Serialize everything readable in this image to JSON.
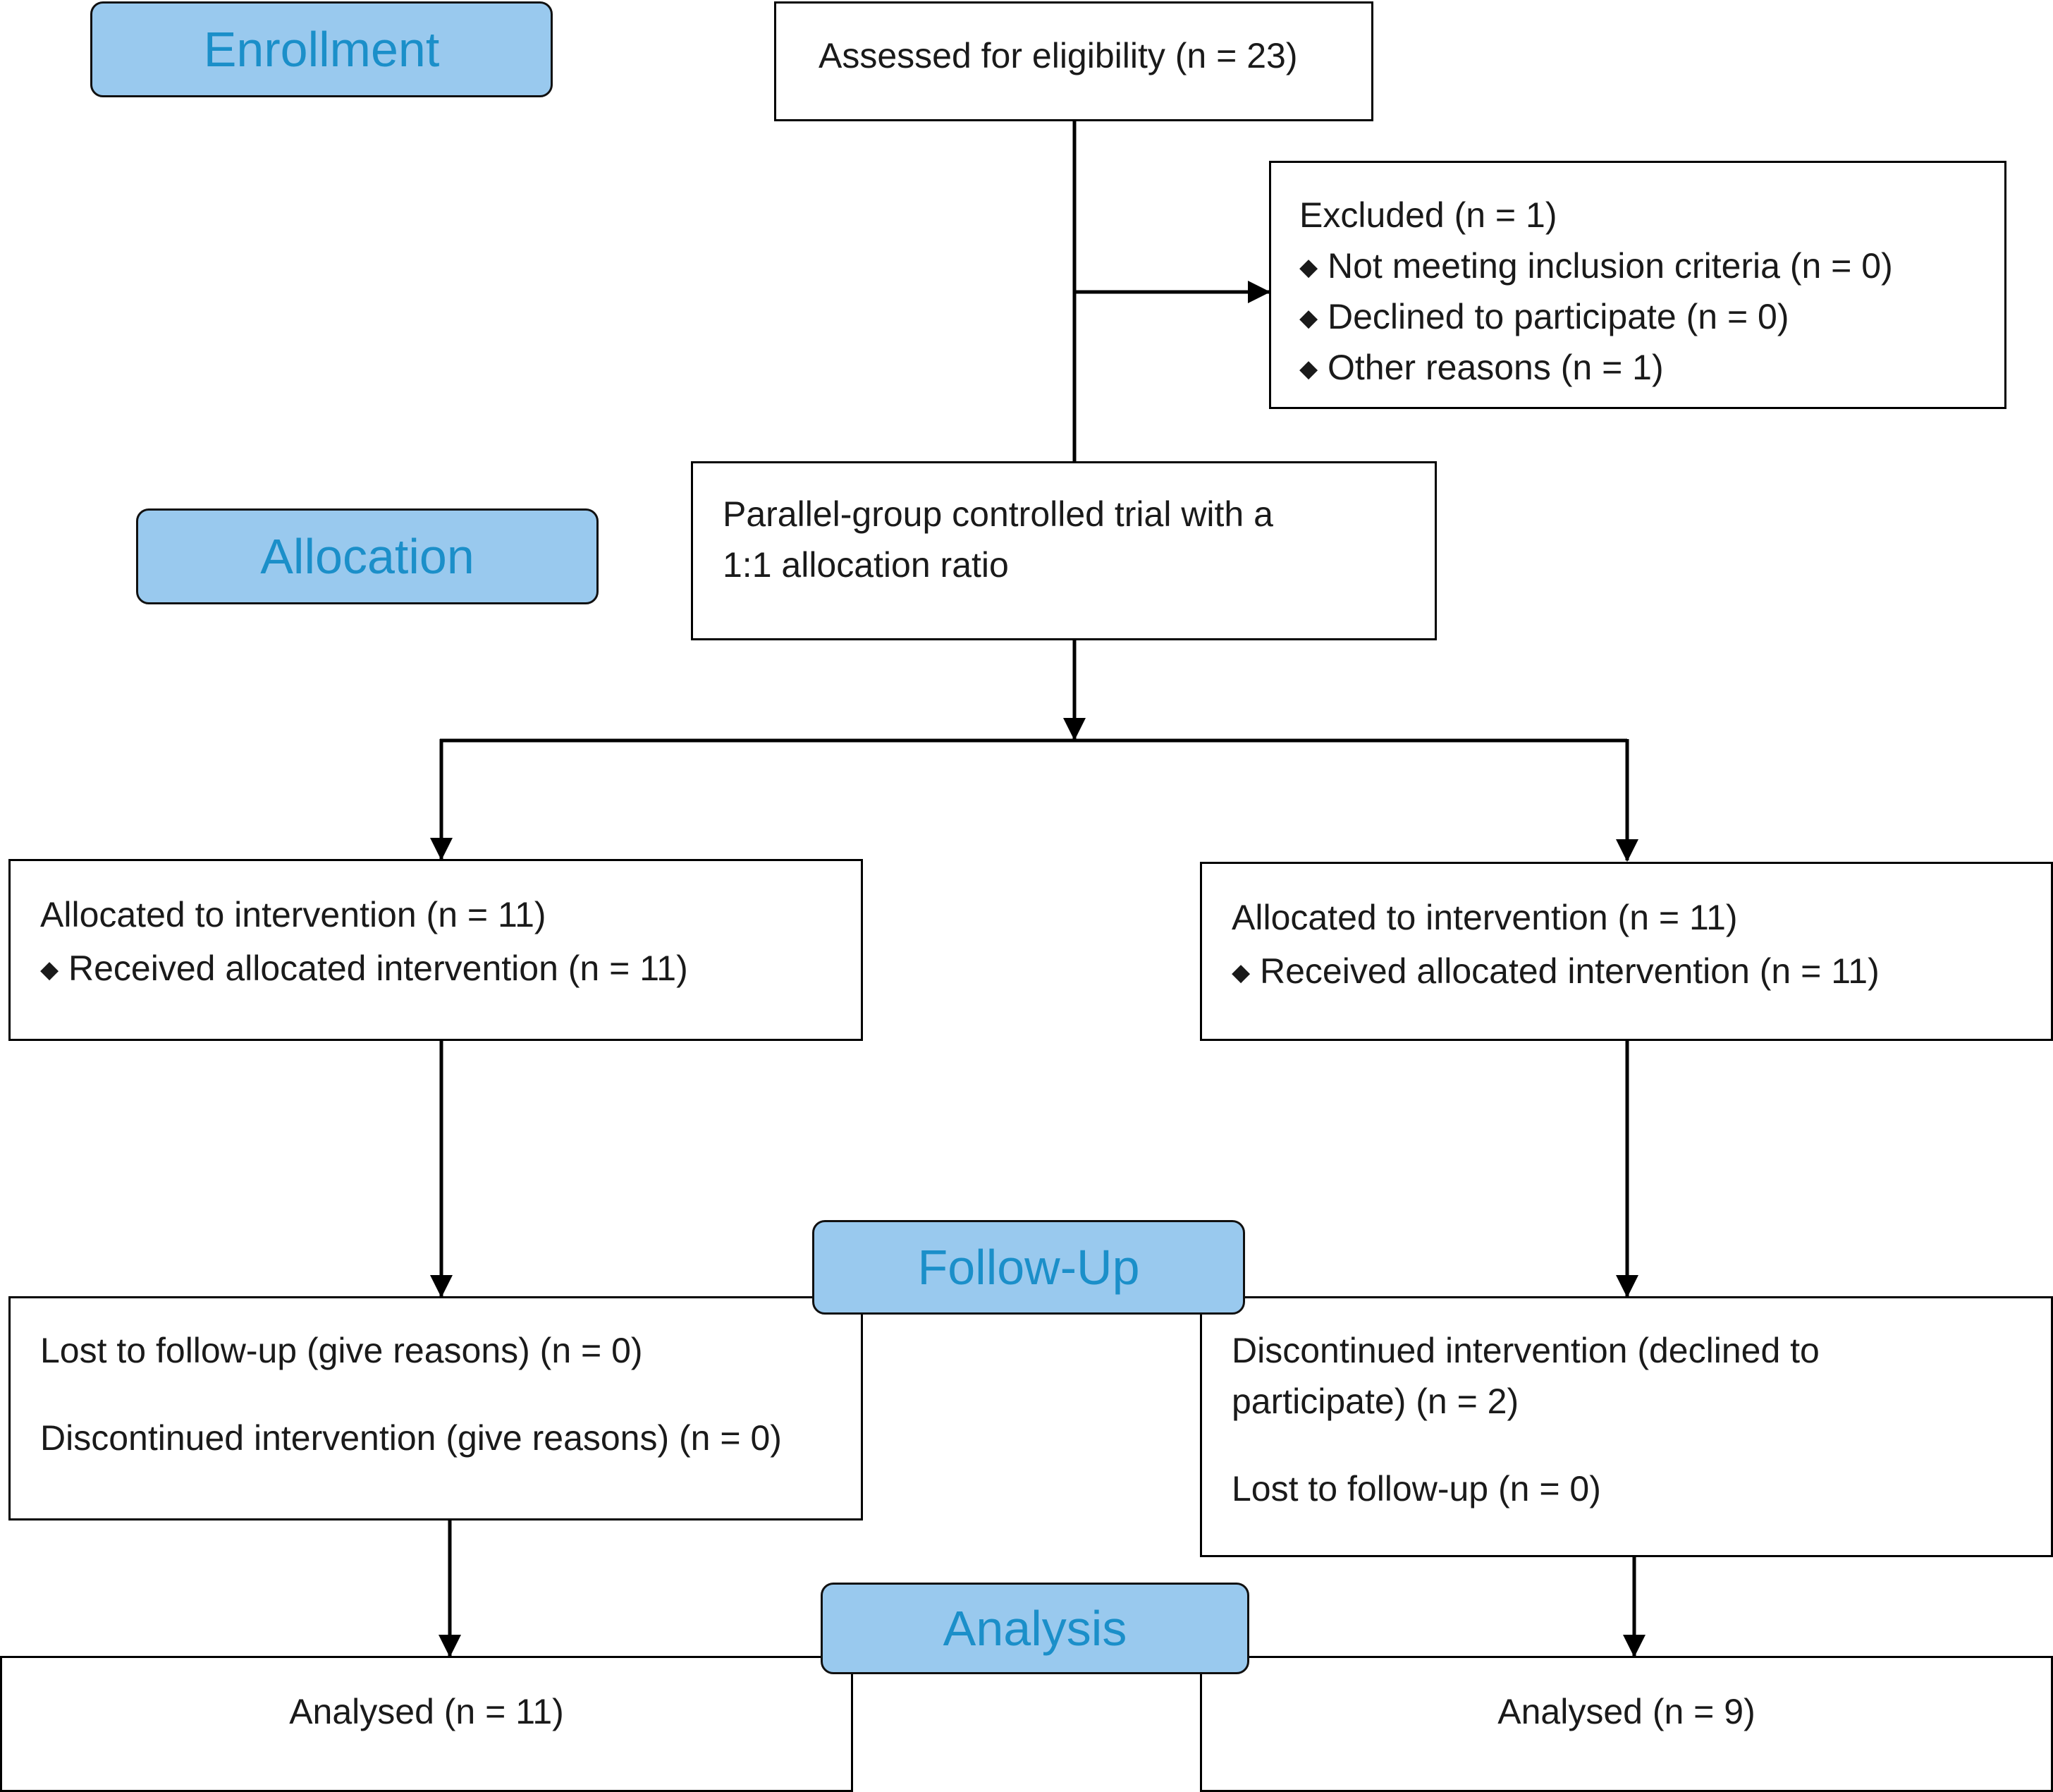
{
  "phases": {
    "enrollment": "Enrollment",
    "allocation": "Allocation",
    "followup": "Follow-Up",
    "analysis": "Analysis"
  },
  "enrollment": {
    "assessed": "Assessed for eligibility (n = 23)",
    "excluded": {
      "title": "Excluded (n = 1)",
      "reasons": [
        "Not meeting inclusion criteria (n = 0)",
        "Declined to participate (n = 0)",
        "Other reasons (n = 1)"
      ]
    }
  },
  "allocation": {
    "trial_line1": "Parallel-group controlled trial with a",
    "trial_line2": "1:1 allocation ratio",
    "left": {
      "title": "Allocated to intervention (n = 11)",
      "received": "Received allocated intervention (n = 11)"
    },
    "right": {
      "title": "Allocated to intervention (n = 11)",
      "received": "Received allocated intervention (n = 11)"
    }
  },
  "followup": {
    "left": {
      "lost": "Lost to follow-up (give reasons) (n = 0)",
      "discontinued": "Discontinued intervention (give reasons) (n = 0)"
    },
    "right": {
      "discontinued_line1": "Discontinued intervention (declined to",
      "discontinued_line2": "participate) (n = 2)",
      "lost": "Lost to follow-up (n = 0)"
    }
  },
  "analysis": {
    "left": "Analysed (n = 11)",
    "right": "Analysed (n = 9)"
  }
}
